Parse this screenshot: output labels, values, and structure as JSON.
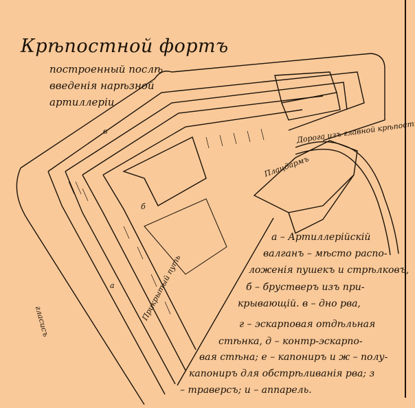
{
  "title": "Крѣпостной фортъ",
  "subtitle_lines": [
    "построенный послѣ",
    "введенія нарѣзной",
    "артиллеріи"
  ],
  "map_labels": {
    "road": "Дорога изъ главной крѣпостной ограды",
    "place_of_arms": "Плацдармъ",
    "glacis": "гласисъ",
    "covered_way": "Прикрытый путь",
    "letter_a": "а",
    "letter_b": "б",
    "letter_v": "в"
  },
  "legend_lines": [
    "а – Артиллерійскій",
    "валганъ – мѣсто распо-",
    "ложенія пушекъ и стрѣлковъ,",
    "б – брустверъ изъ при-",
    "крывающій. в – дно рва,",
    "г – эскарповая отдѣльная",
    "стѣнка, д – контр-эскарпо-",
    "вая стѣна; е – капониръ и ж – полу-",
    "капониръ для обстрѣливанія рва; з",
    "– траверсъ; и – аппарель."
  ],
  "colors": {
    "paper": "#f9c99a",
    "ink": "#1a1208"
  }
}
